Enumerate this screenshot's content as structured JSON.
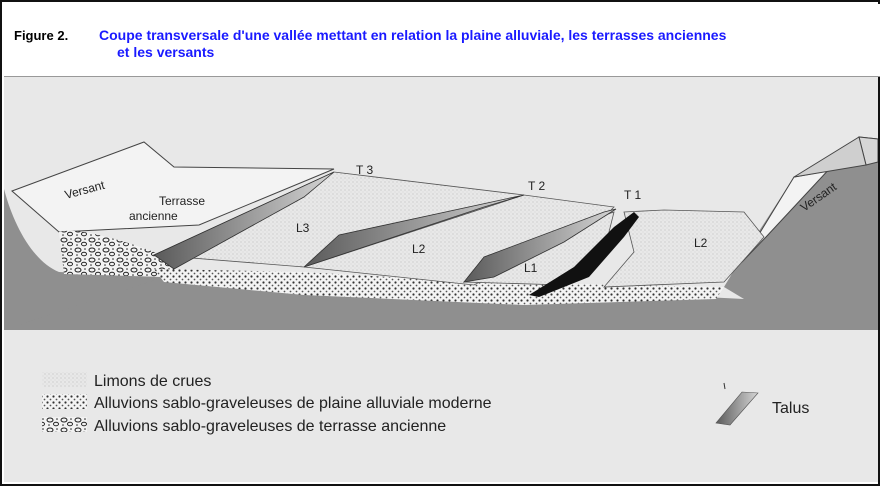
{
  "figure": {
    "label": "Figure 2.",
    "title_line1": "Coupe transversale d'une vallée mettant en relation la plaine alluviale, les terrasses anciennes",
    "title_line2": "et les versants"
  },
  "labels": {
    "versant_left": "Versant",
    "versant_right": "Versant",
    "terrasse_line1": "Terrasse",
    "terrasse_line2": "ancienne",
    "t3": "T 3",
    "t2": "T 2",
    "t1": "T 1",
    "l3": "L3",
    "l2_middle": "L2",
    "l1": "L1",
    "l2_right": "L2"
  },
  "legend": {
    "limons": "Limons de crues",
    "alluvions_moderne": "Alluvions sablo-graveleuses de plaine alluviale moderne",
    "alluvions_ancienne": "Alluvions sablo-graveleuses de terrasse ancienne",
    "talus": "Talus"
  },
  "colors": {
    "title_blue": "#1a1aff",
    "bedrock": "#8f8f8f",
    "surface": "#f0f0f0",
    "background": "#e6e6e6"
  }
}
